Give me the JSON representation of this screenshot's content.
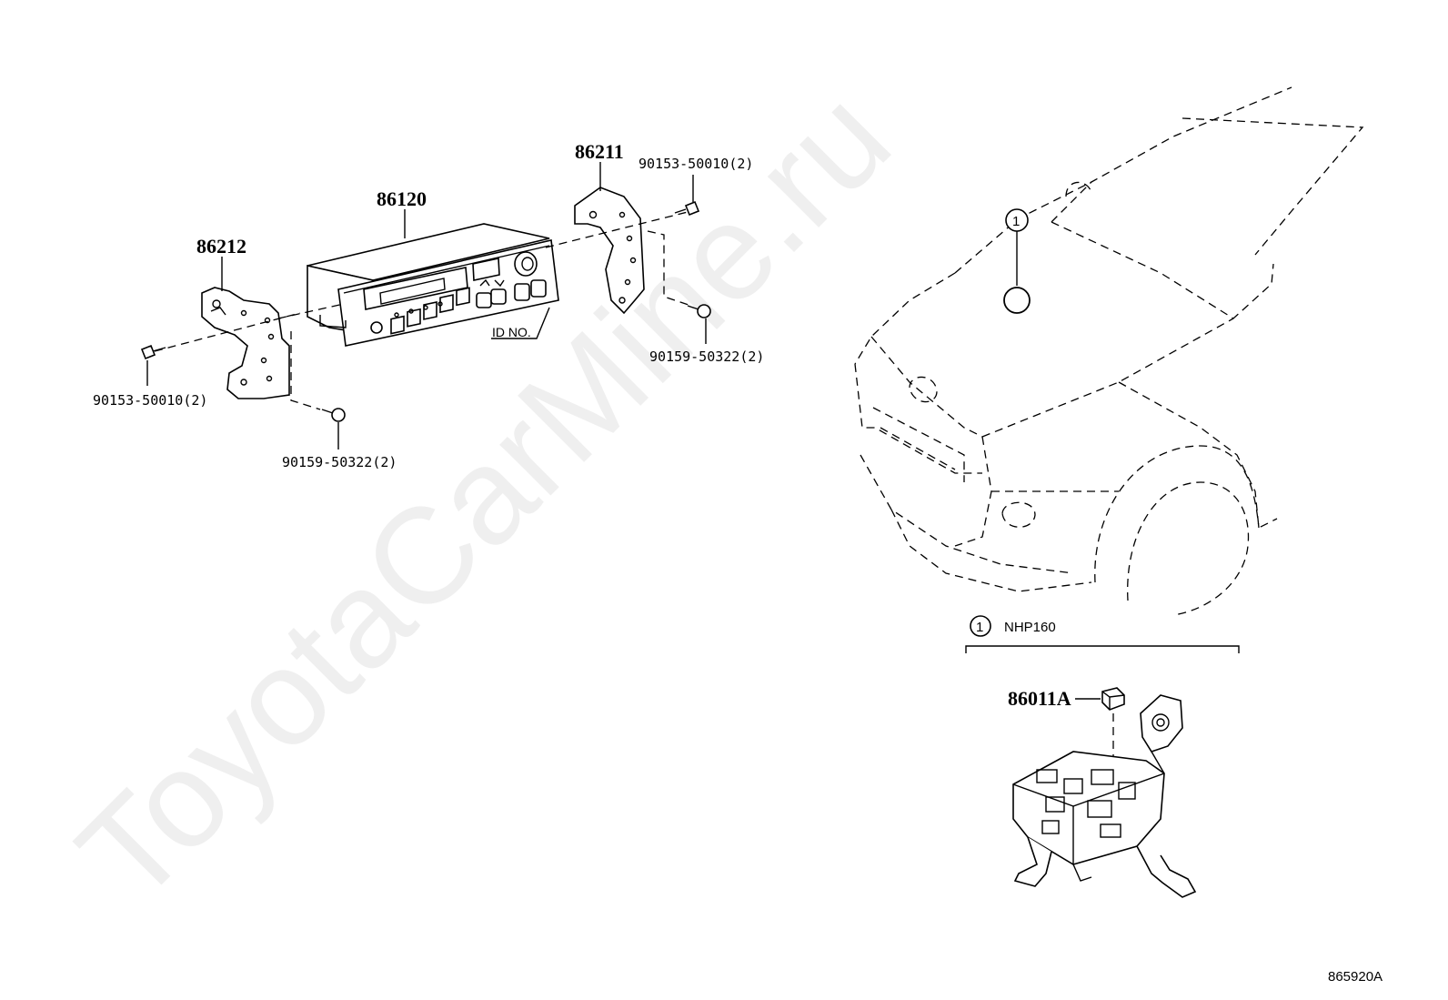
{
  "watermark": "ToyotaCarMine.ru",
  "callouts": {
    "p86120": "86120",
    "p86212": "86212",
    "p86211": "86211",
    "bolt_left_top": "90153-50010(2)",
    "bolt_left_bottom": "90159-50322(2)",
    "bolt_right_top": "90153-50010(2)",
    "bolt_right_bottom": "90159-50322(2)",
    "id_no": "ID NO.",
    "p86011a": "86011A"
  },
  "location_marker": {
    "number": "1"
  },
  "variant_note": {
    "number": "1",
    "model": "NHP160"
  },
  "reference_code": "865920A",
  "icons": {
    "marker": "circled-number-icon"
  },
  "colors": {
    "line": "#000000",
    "watermark": "#e2e2e2",
    "background": "#ffffff"
  }
}
